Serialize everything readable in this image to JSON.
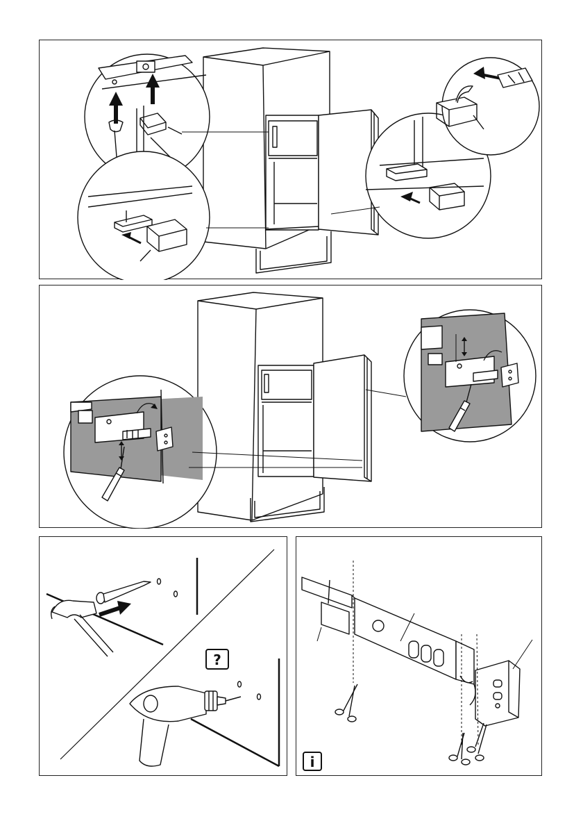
{
  "panels": [
    {
      "id": "panel-1",
      "topic": "remove-transport-blocks"
    },
    {
      "id": "panel-2",
      "topic": "mark-door-hinge-position"
    },
    {
      "id": "panel-3",
      "topic": "fix-with-nail-or-drill"
    },
    {
      "id": "panel-4",
      "topic": "trim-door-guide-rail"
    }
  ],
  "badges": {
    "question": "?",
    "info": "i"
  },
  "colors": {
    "line": "#111111",
    "shade": "#9a9a9a",
    "light_shade": "#d8d8d8"
  },
  "icons": [
    "hammer-icon",
    "nail-icon",
    "drill-icon",
    "scissors-icon",
    "pencil-icon",
    "arrow-icon",
    "question-icon",
    "info-icon"
  ]
}
